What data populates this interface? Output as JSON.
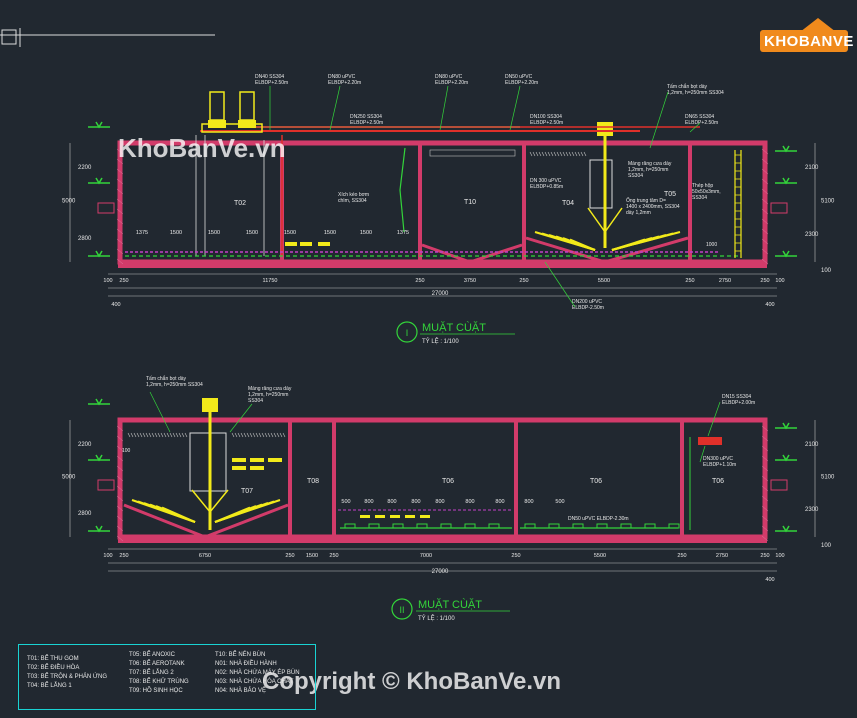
{
  "brand": {
    "logo_text": "KHOBANVE"
  },
  "watermarks": {
    "top": "KhoBanVe.vn",
    "bottom": "Copyright © KhoBanVe.vn"
  },
  "section1": {
    "title": "MUẶT CÙẶT",
    "numeral": "I",
    "scale": "TỶ LỆ : 1/100",
    "tanks": [
      "T02",
      "T10",
      "T04",
      "T05"
    ],
    "dims_bottom": [
      "100",
      "250",
      "11750",
      "250",
      "3750",
      "250",
      "5500",
      "250",
      "2750",
      "250",
      "100"
    ],
    "dims_sub": [
      "1375",
      "1500",
      "1500",
      "1500",
      "1500",
      "1500",
      "1500",
      "1375"
    ],
    "total": "27000",
    "side": [
      "400",
      "400"
    ],
    "left_heights": [
      "2200",
      "5000",
      "2800"
    ],
    "right_heights": [
      "2100",
      "2300",
      "5100",
      "100"
    ],
    "labels": {
      "dn40": "DN40 SS304\nELBDP+2.50m",
      "dn80a": "DN80 uPVC\nELBDP+2.20m",
      "dn250": "DN250 SS304\nELBDP+2.50m",
      "dn80b": "DN80 uPVC\nELBDP+2.20m",
      "dn50a": "DN50 uPVC\nELBDP+2.20m",
      "dn100": "DN100 SS304\nELBDP+2.50m",
      "tamchan": "Tấm chắn bọt dày\n1,2mm, h=250mm SS304",
      "dn65": "DN65 SS304\nELBDP+2.50m",
      "mang": "Máng răng cưa dày\n1,2mm, h=250mm\nSS304",
      "dn300": "DN 300 uPVC\nELBDP+0.85m",
      "ong": "Ống trung tâm D=\n1400 x 2400mm, SS304\ndày 1,2mm",
      "xich": "Xích kéo bơm\nchìm, SS304",
      "thep": "Thép hộp\n50x50x3mm,\nSS304",
      "dn200": "DN200 uPVC\nELBDP-2.50m",
      "v1000": "1000"
    }
  },
  "section2": {
    "title": "MUẶT CÙẶT",
    "numeral": "II",
    "scale": "TỶ LỆ : 1/100",
    "tanks": [
      "T07",
      "T08",
      "T06",
      "T06",
      "T06"
    ],
    "dims_bottom": [
      "100",
      "250",
      "6750",
      "250",
      "1500",
      "250",
      "7000",
      "250",
      "5500",
      "250",
      "2750",
      "250",
      "100"
    ],
    "dims_sub": [
      "500",
      "800",
      "800",
      "800",
      "800",
      "800",
      "800",
      "800",
      "500"
    ],
    "total": "27000",
    "side": [
      "400"
    ],
    "left_heights": [
      "2200",
      "5000",
      "2800"
    ],
    "right_heights": [
      "2100",
      "2300",
      "5100",
      "100"
    ],
    "labels": {
      "tamchan": "Tấm chắn bọt dày\n1,2mm, h=250mm SS304",
      "mang": "Máng răng cưa dày\n1,2mm, h=250mm\nSS304",
      "dn15": "DN15 SS304\nELBDP+2.00m",
      "dn300": "DN300 uPVC\nELBDP+1.10m",
      "dn50": "DN50 uPVC ELBDP-2.30m",
      "v100": "100"
    }
  },
  "legend": {
    "col1": [
      "T01: BỂ THU GOM",
      "T02: BỂ ĐIỀU HÒA",
      "T03: BỂ TRỘN & PHẢN ỨNG",
      "T04: BỂ LẮNG 1"
    ],
    "col2": [
      "T05: BỂ ANOXIC",
      "T06: BỂ AEROTANK",
      "T07: BỂ LẮNG 2",
      "T08: BỂ KHỬ TRÙNG",
      "T09: HỒ SINH HỌC"
    ],
    "col3": [
      "T10: BỂ NÉN BÙN",
      "N01: NHÀ ĐIỀU HÀNH",
      "N02: NHÀ CHỨA MÁY ÉP BÙN",
      "N03: NHÀ CHỨA HÓA CHẤT",
      "N04: NHÀ BẢO VỆ"
    ]
  },
  "colors": {
    "background": "#212830",
    "wall": "#d23b6a",
    "pipe_red": "#e0302a",
    "equipment": "#f2ea1a",
    "leader": "#33d43a",
    "text": "#e8e8e8",
    "cyan": "#19d3d3"
  }
}
